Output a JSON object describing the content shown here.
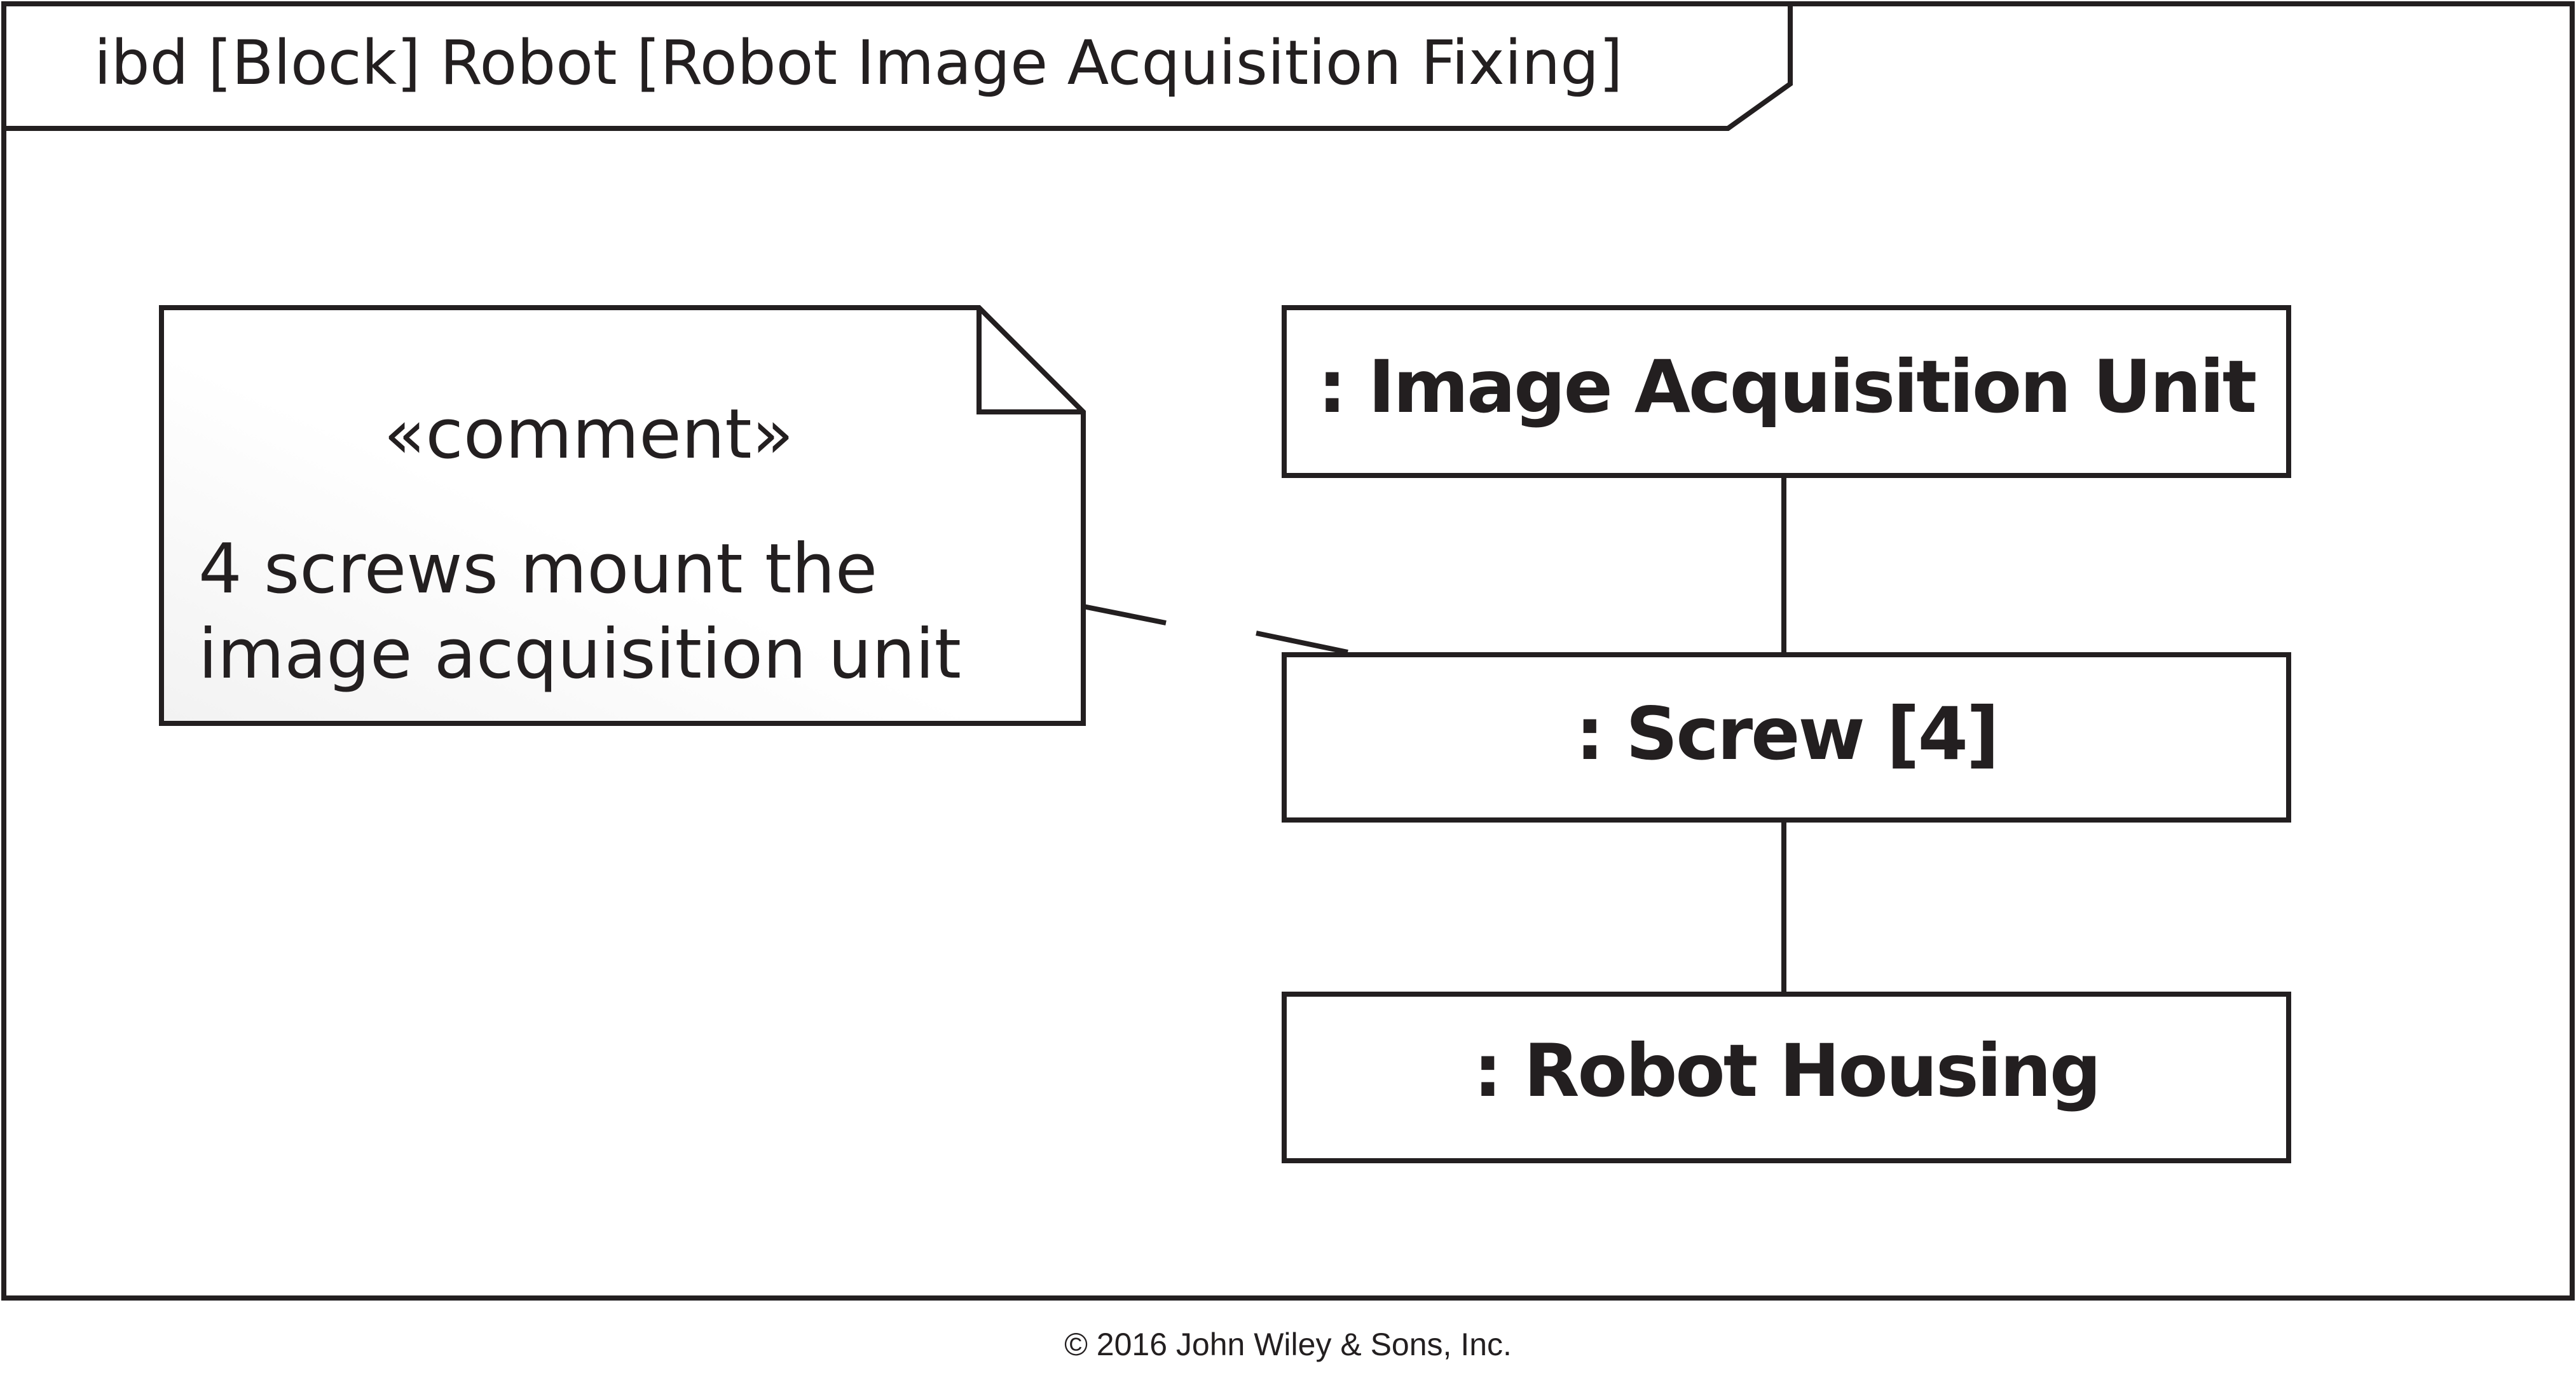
{
  "frame": {
    "title": "ibd [Block] Robot [Robot Image Acquisition Fixing]"
  },
  "comment": {
    "stereotype": "«comment»",
    "lines": [
      "4 screws mount the",
      "image acquisition unit"
    ]
  },
  "parts": [
    {
      "label": ": Image Acquisition Unit"
    },
    {
      "label": ": Screw [4]"
    },
    {
      "label": ": Robot Housing"
    }
  ],
  "copyright": "© 2016 John Wiley & Sons, Inc."
}
